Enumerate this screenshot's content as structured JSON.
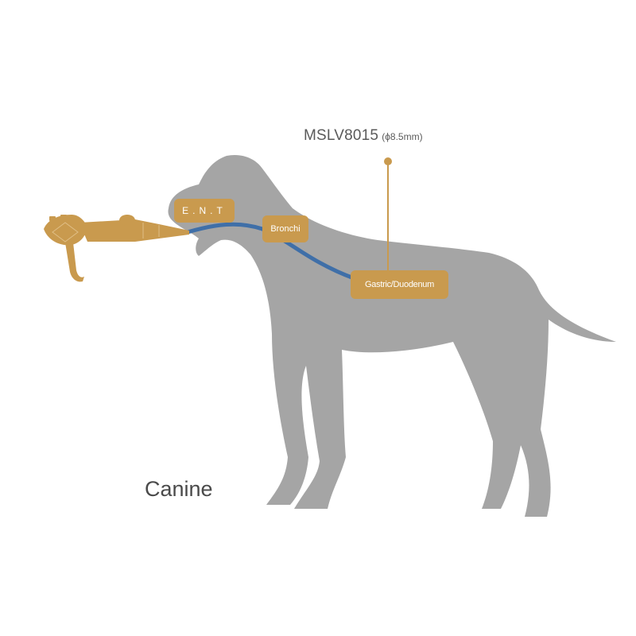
{
  "model": {
    "name": "MSLV8015",
    "diameter": "(ϕ8.5mm)"
  },
  "labels": {
    "ent": "E.N.T",
    "bronchi": "Bronchi",
    "gastric": "Gastric/Duodenum"
  },
  "species": "Canine",
  "colors": {
    "dog": "#a5a5a5",
    "endoscope": "#c99a4e",
    "scope_path": "#3f6fa8",
    "label_text": "#ffffff",
    "species_text": "#4a4a4a",
    "model_text": "#5a5a5a"
  }
}
